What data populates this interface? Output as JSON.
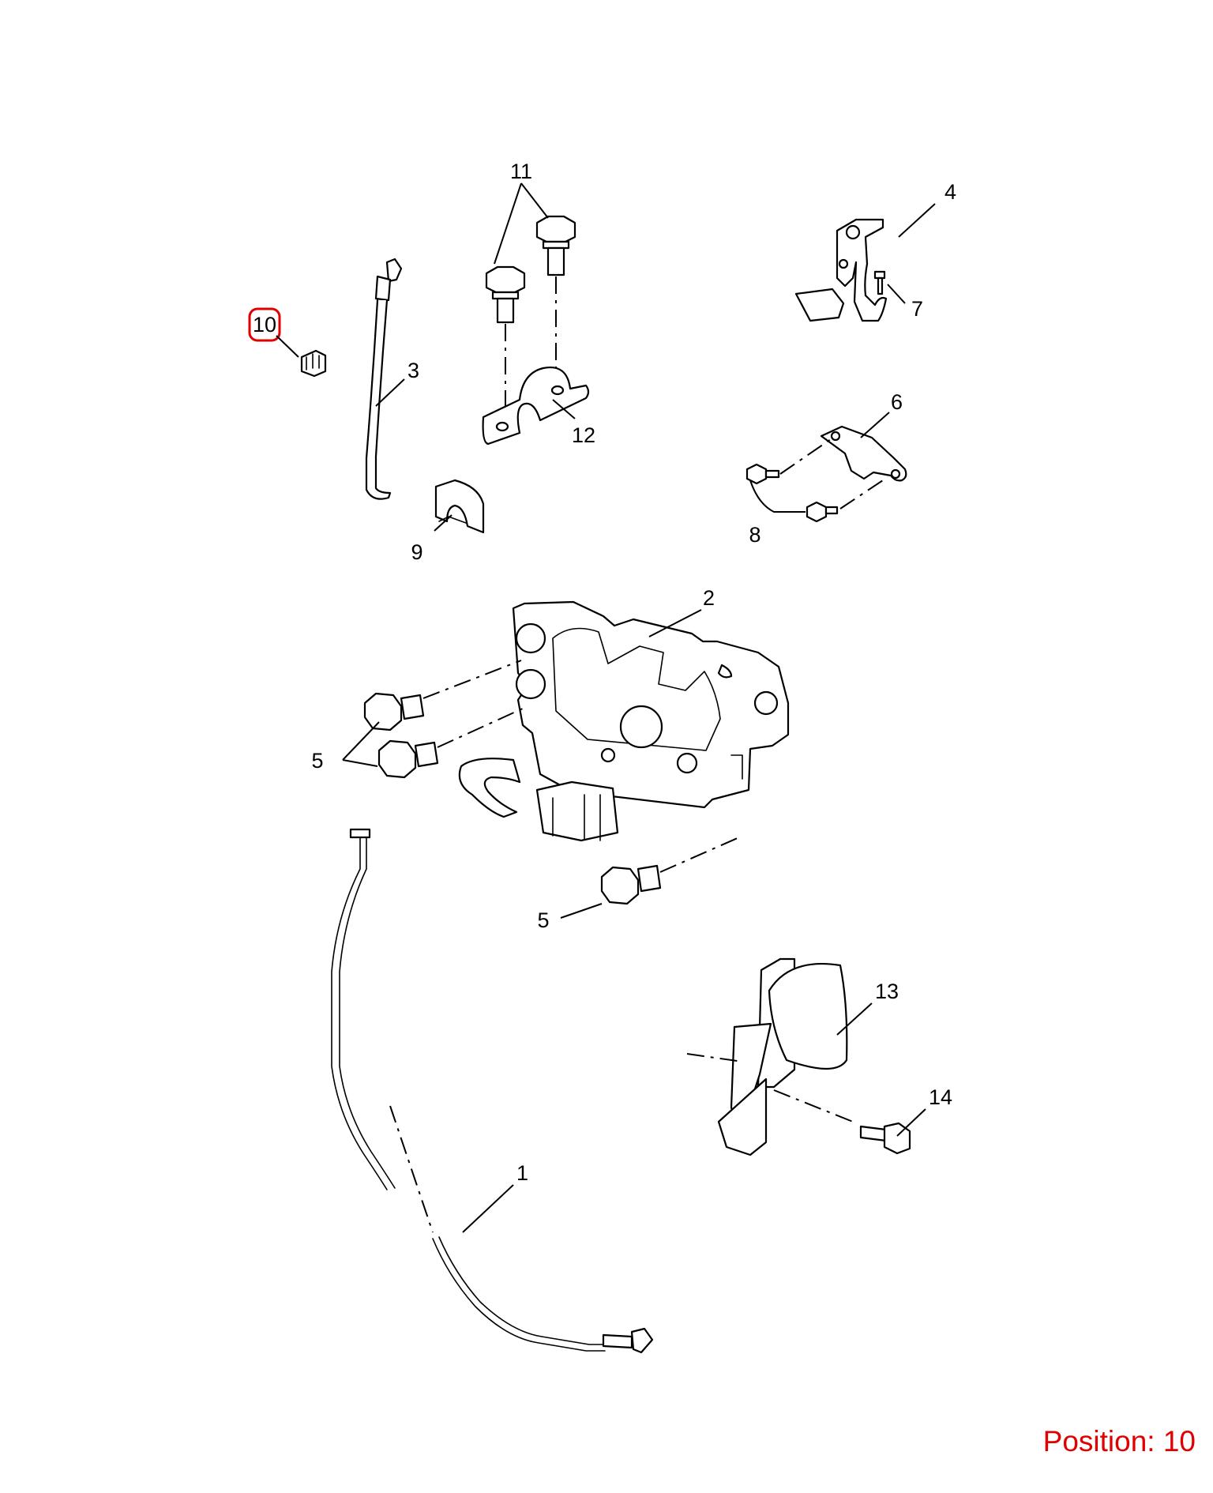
{
  "diagram": {
    "callouts": {
      "c1": "1",
      "c2": "2",
      "c3": "3",
      "c4": "4",
      "c5a": "5",
      "c5b": "5",
      "c6": "6",
      "c7": "7",
      "c8": "8",
      "c9": "9",
      "c10": "10",
      "c11": "11",
      "c12": "12",
      "c13": "13",
      "c14": "14"
    },
    "highlighted_callout": "10",
    "highlight_color": "#e00000"
  },
  "position_label": "Position: 10"
}
